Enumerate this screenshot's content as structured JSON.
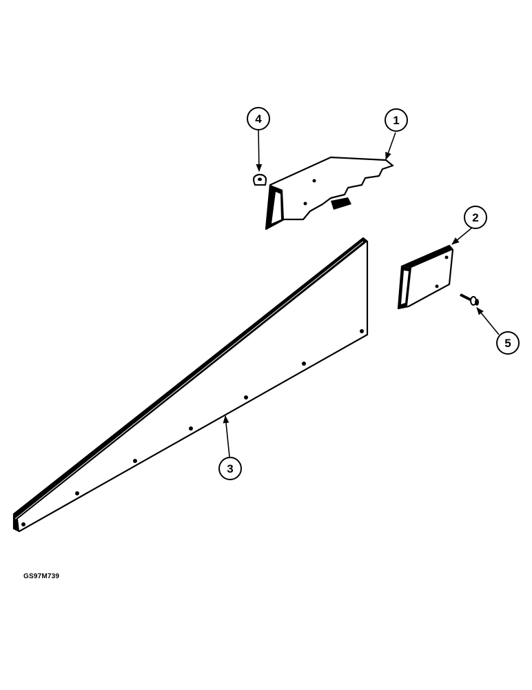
{
  "figure": {
    "id": "GS97M739"
  },
  "callouts": [
    {
      "label": "1",
      "part": "upper-stepped-plate"
    },
    {
      "label": "2",
      "part": "small-plate"
    },
    {
      "label": "3",
      "part": "triangular-panel"
    },
    {
      "label": "4",
      "part": "nut"
    },
    {
      "label": "5",
      "part": "bolt"
    }
  ]
}
